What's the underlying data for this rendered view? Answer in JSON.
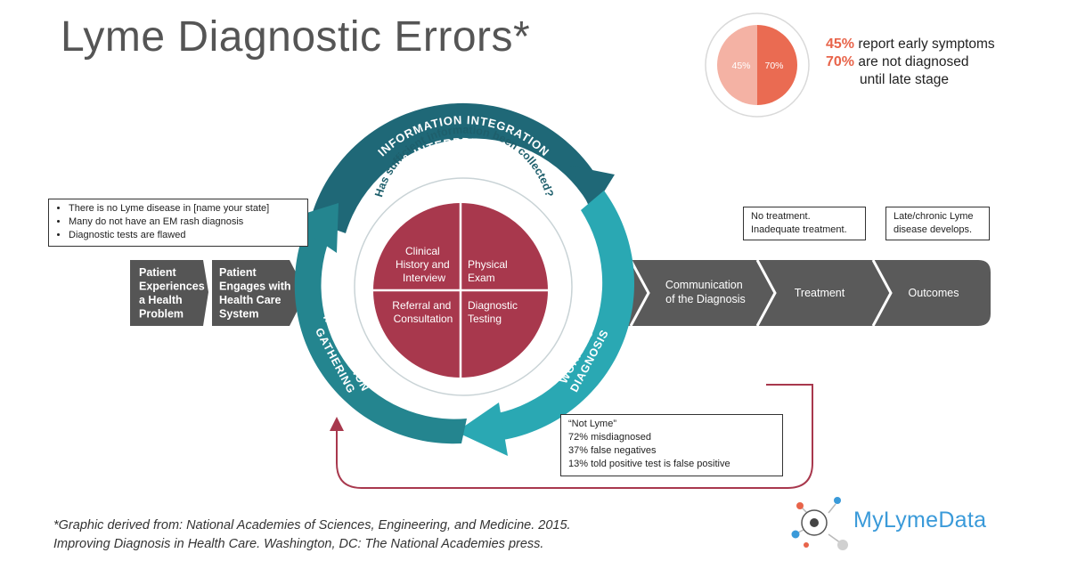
{
  "title": "Lyme Diagnostic Errors*",
  "pie": {
    "left_label": "45%",
    "right_label": "70%",
    "colors": {
      "left": "#f4b2a4",
      "right": "#ea6b52",
      "ring": "#d9d9d9"
    }
  },
  "stats": {
    "line1_pct": "45%",
    "line1_text": " report early symptoms",
    "line2_pct": "70%",
    "line2_text": " are not diagnosed",
    "line3_text": "until late stage"
  },
  "left_note": {
    "items": [
      "There is no Lyme disease in [name your state]",
      "Many do not have an EM rash diagnosis",
      "Diagnostic tests are flawed"
    ]
  },
  "treatment_note": {
    "line1": "No treatment.",
    "line2": "Inadequate treatment."
  },
  "late_note": {
    "line1": "Late/chronic Lyme",
    "line2": "disease develops."
  },
  "not_lyme_note": {
    "lines": [
      "“Not Lyme”",
      "72% misdiagnosed",
      "37% false negatives",
      "13% told positive test is false positive"
    ]
  },
  "process": {
    "step1": [
      "Patient",
      "Experiences",
      "a Health",
      "Problem"
    ],
    "step2": [
      "Patient",
      "Engages with",
      "Health Care",
      "System"
    ],
    "step3": [
      "Communication",
      "of the Diagnosis"
    ],
    "step4": "Treatment",
    "step5": "Outcomes"
  },
  "cycle": {
    "top_arc": [
      "INFORMATION INTEGRATION",
      "& INTERPRETATION"
    ],
    "left_arc": [
      "INFORMATION",
      "GATHERING"
    ],
    "right_arc": [
      "WORKING",
      "DIAGNOSIS"
    ],
    "ring_text": "Has sufficient information been collected?",
    "quadrants": {
      "tl": [
        "Clinical",
        "History and",
        "Interview"
      ],
      "tr": [
        "Physical",
        "Exam"
      ],
      "bl": [
        "Referral and",
        "Consultation"
      ],
      "br": [
        "Diagnostic",
        "Testing"
      ]
    }
  },
  "colors": {
    "arrow_gray": "#5a5a5a",
    "teal_dark": "#1e6c78",
    "teal": "#2a8d95",
    "teal_light": "#3cb3bc",
    "red_disc": "#a8384d",
    "feedback_line": "#a8384d",
    "accent": "#e8644a",
    "brand_blue": "#3a9ad9"
  },
  "citation": {
    "line1": "*Graphic derived from: National Academies of Sciences, Engineering, and Medicine. 2015.",
    "line2": "Improving Diagnosis in Health Care. Washington, DC: The National Academies press."
  },
  "brand": "MyLymeData"
}
